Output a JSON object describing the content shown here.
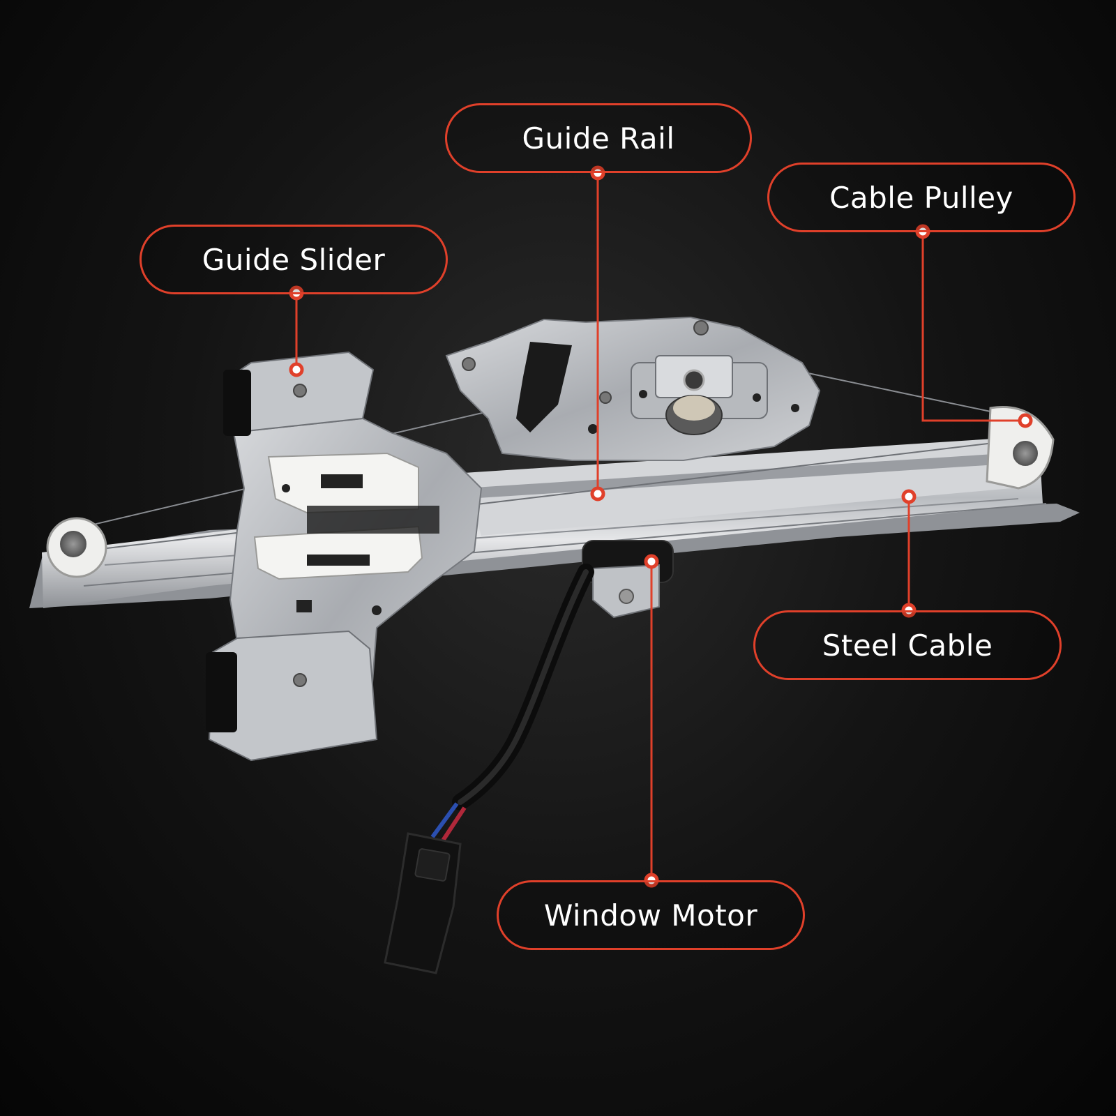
{
  "colors": {
    "accent": "#e0402a",
    "background": "#0a0a0a",
    "label_text": "#ffffff",
    "metal": "#c9ccd0"
  },
  "labels": {
    "guide_rail": "Guide Rail",
    "cable_pulley": "Cable Pulley",
    "guide_slider": "Guide Slider",
    "steel_cable": "Steel Cable",
    "window_motor": "Window Motor"
  }
}
